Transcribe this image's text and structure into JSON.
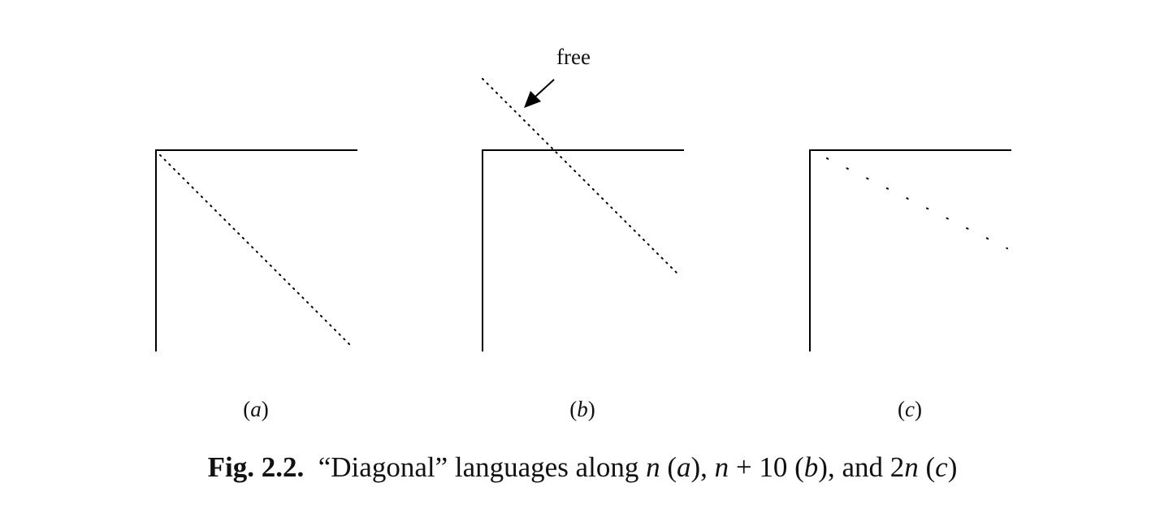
{
  "figure": {
    "annotation": "free",
    "panels": [
      {
        "id": "a",
        "label_open": "(",
        "label_var": "a",
        "label_close": ")"
      },
      {
        "id": "b",
        "label_open": "(",
        "label_var": "b",
        "label_close": ")"
      },
      {
        "id": "c",
        "label_open": "(",
        "label_var": "c",
        "label_close": ")"
      }
    ],
    "caption": {
      "number": "Fig. 2.2.",
      "t1": "“Diagonal” languages along ",
      "n1": "n",
      "t2": " (",
      "a": "a",
      "t3": "), ",
      "n2": "n",
      "t4": " + 10 (",
      "b": "b",
      "t5": "), and 2",
      "n3": "n",
      "t6": " (",
      "c": "c",
      "t7": ")"
    }
  }
}
